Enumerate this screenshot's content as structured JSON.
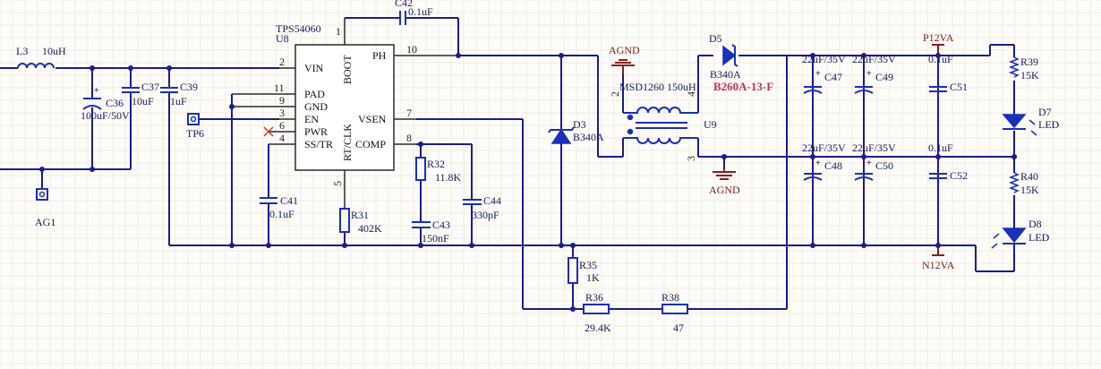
{
  "schematic": {
    "ic": {
      "part": "TPS54060",
      "ref": "U8",
      "pins": [
        {
          "num": "2",
          "name": "VIN"
        },
        {
          "num": "11",
          "name": "PAD"
        },
        {
          "num": "9",
          "name": "GND"
        },
        {
          "num": "3",
          "name": "EN"
        },
        {
          "num": "6",
          "name": "PWR"
        },
        {
          "num": "4",
          "name": "SS/TR"
        },
        {
          "num": "10",
          "name": "PH"
        },
        {
          "num": "7",
          "name": "VSEN"
        },
        {
          "num": "8",
          "name": "COMP"
        },
        {
          "num": "1",
          "name": "BOOT"
        },
        {
          "num": "5",
          "name": "RT/CLK"
        }
      ]
    },
    "components": {
      "L3": {
        "ref": "L3",
        "value": "10uH"
      },
      "C36": {
        "ref": "C36",
        "value": "100uF/50V"
      },
      "C37": {
        "ref": "C37",
        "value": "10uF"
      },
      "C39": {
        "ref": "C39",
        "value": "1uF"
      },
      "C42": {
        "ref": "C42",
        "value": "0.1uF"
      },
      "C41": {
        "ref": "C41",
        "value": "0.1uF"
      },
      "R31": {
        "ref": "R31",
        "value": "402K"
      },
      "R32": {
        "ref": "R32",
        "value": "11.8K"
      },
      "C43": {
        "ref": "C43",
        "value": "150nF"
      },
      "C44": {
        "ref": "C44",
        "value": "330pF"
      },
      "D3": {
        "ref": "D3",
        "value": "B340A"
      },
      "D5": {
        "ref": "D5",
        "value": "B340A",
        "note": "B260A-13-F"
      },
      "U9": {
        "ref": "U9",
        "value": "MSD1260 150uH",
        "pin_a": "2",
        "pin_b": "4",
        "pin_c": "3"
      },
      "C47": {
        "ref": "C47",
        "value": "22uF/35V"
      },
      "C49": {
        "ref": "C49",
        "value": "22uF/35V"
      },
      "C48": {
        "ref": "C48",
        "value": "22uF/35V"
      },
      "C50": {
        "ref": "C50",
        "value": "22uF/35V"
      },
      "C51": {
        "ref": "C51",
        "value": "0.1uF"
      },
      "C52": {
        "ref": "C52",
        "value": "0.1uF"
      },
      "R39": {
        "ref": "R39",
        "value": "15K"
      },
      "R40": {
        "ref": "R40",
        "value": "15K"
      },
      "D7": {
        "ref": "D7",
        "value": "LED"
      },
      "D8": {
        "ref": "D8",
        "value": "LED"
      },
      "R35": {
        "ref": "R35",
        "value": "1K"
      },
      "R36": {
        "ref": "R36",
        "value": "29.4K"
      },
      "R38": {
        "ref": "R38",
        "value": "47"
      },
      "TP6": {
        "ref": "TP6"
      },
      "AG1": {
        "ref": "AG1"
      }
    },
    "nets": {
      "agnd_top": "AGND",
      "agnd_bottom": "AGND",
      "p12": "P12VA",
      "n12": "N12VA"
    }
  }
}
